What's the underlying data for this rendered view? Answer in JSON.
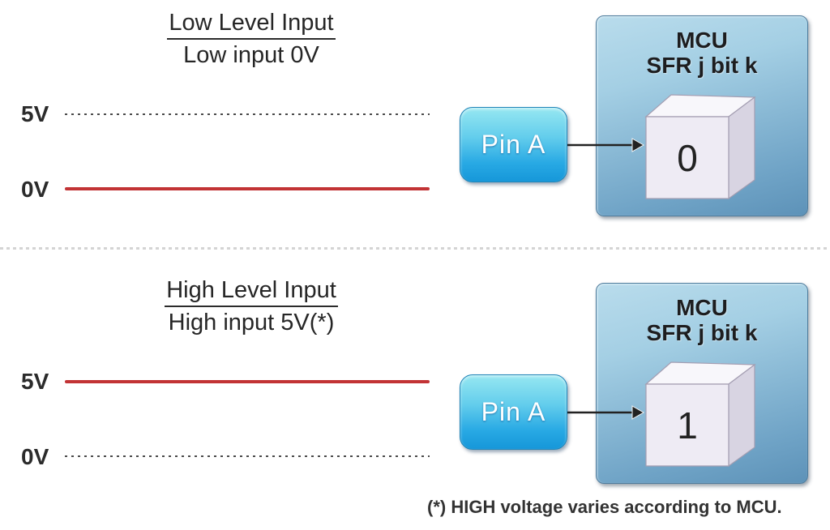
{
  "page": {
    "background": "#ffffff",
    "footnote": "(*) HIGH voltage varies according to MCU."
  },
  "colors": {
    "signal_red": "#c23335",
    "dashed_line_gray": "#4a4a4a",
    "separator_gray": "#d4d4d4",
    "mcu_gradient_top": "#b9dcec",
    "mcu_gradient_bottom": "#5d92b8",
    "pin_gradient_top": "#96e7f1",
    "pin_gradient_bottom": "#1697d9",
    "cube_front": "#eeebf4",
    "cube_top": "#f8f7fb",
    "cube_side": "#d8d4e2",
    "text_dark": "#262626"
  },
  "sections": [
    {
      "title": "Low Level Input",
      "subtitle": "Low input 0V",
      "levels": [
        {
          "label": "5V",
          "line_class": "line dashed"
        },
        {
          "label": "0V",
          "line_class": "line solid-red"
        }
      ],
      "pin": {
        "label": "Pin A"
      },
      "mcu": {
        "title": "MCU",
        "subtitle": "SFR j bit k",
        "bit_value": "0"
      }
    },
    {
      "title": "High Level Input",
      "subtitle": "High input 5V(*)",
      "levels": [
        {
          "label": "5V",
          "line_class": "line solid-red"
        },
        {
          "label": "0V",
          "line_class": "line dashed"
        }
      ],
      "pin": {
        "label": "Pin A"
      },
      "mcu": {
        "title": "MCU",
        "subtitle": "SFR j bit k",
        "bit_value": "1"
      }
    }
  ]
}
